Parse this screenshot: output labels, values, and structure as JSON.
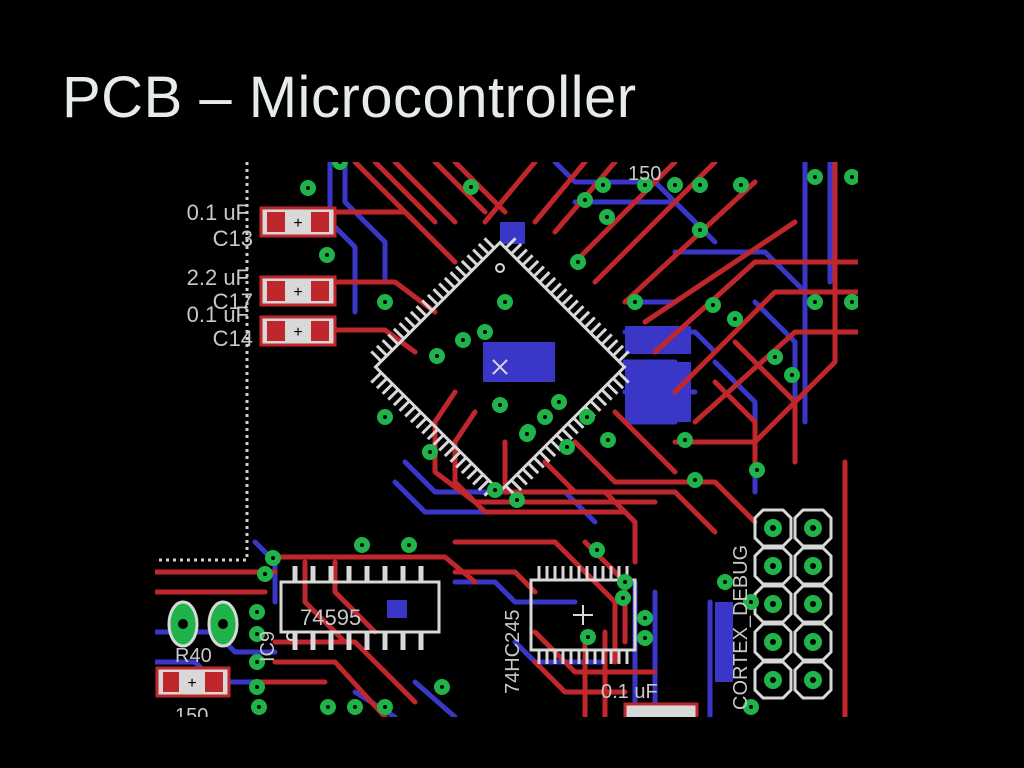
{
  "slide": {
    "title": "PCB – Microcontroller"
  },
  "colors": {
    "background": "#000000",
    "top_copper": "#c0272d",
    "bottom_copper": "#3a37c8",
    "via": "#1fb34a",
    "silkscreen": "#c8c8c8",
    "pad": "#d8d8d8"
  },
  "pcb": {
    "labels": {
      "c13_value": "0.1 uF",
      "c13_ref": "C13",
      "c17_value": "2.2 uF",
      "c17_ref": "C17",
      "c14_value": "0.1 uF",
      "c14_ref": "C14",
      "top_value": "150",
      "r40_ref": "R40",
      "bottom_value": "150",
      "ic9_ref": "IC9",
      "ic9_part": "74595",
      "ic_buffer_part": "74HC245",
      "bottom_cap_value": "0.1 uF",
      "debug_header": "CORTEX_DEBUG"
    }
  }
}
